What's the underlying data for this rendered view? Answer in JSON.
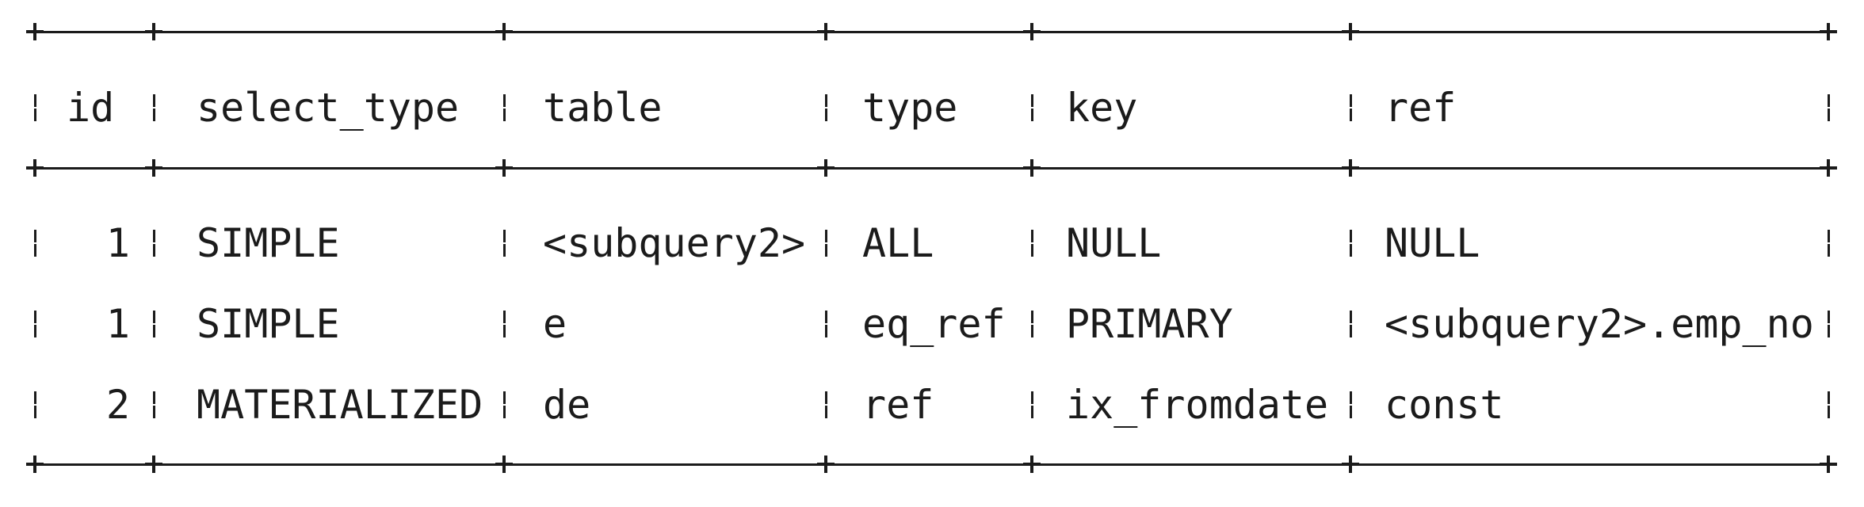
{
  "table": {
    "columns": [
      "id",
      "select_type",
      "table",
      "type",
      "key",
      "ref"
    ],
    "rows": [
      [
        "1",
        "SIMPLE",
        "<subquery2>",
        "ALL",
        "NULL",
        "NULL"
      ],
      [
        "1",
        "SIMPLE",
        "e",
        "eq_ref",
        "PRIMARY",
        "<subquery2>.emp_no"
      ],
      [
        "2",
        "MATERIALIZED",
        "de",
        "ref",
        "ix_fromdate",
        "const"
      ]
    ]
  }
}
